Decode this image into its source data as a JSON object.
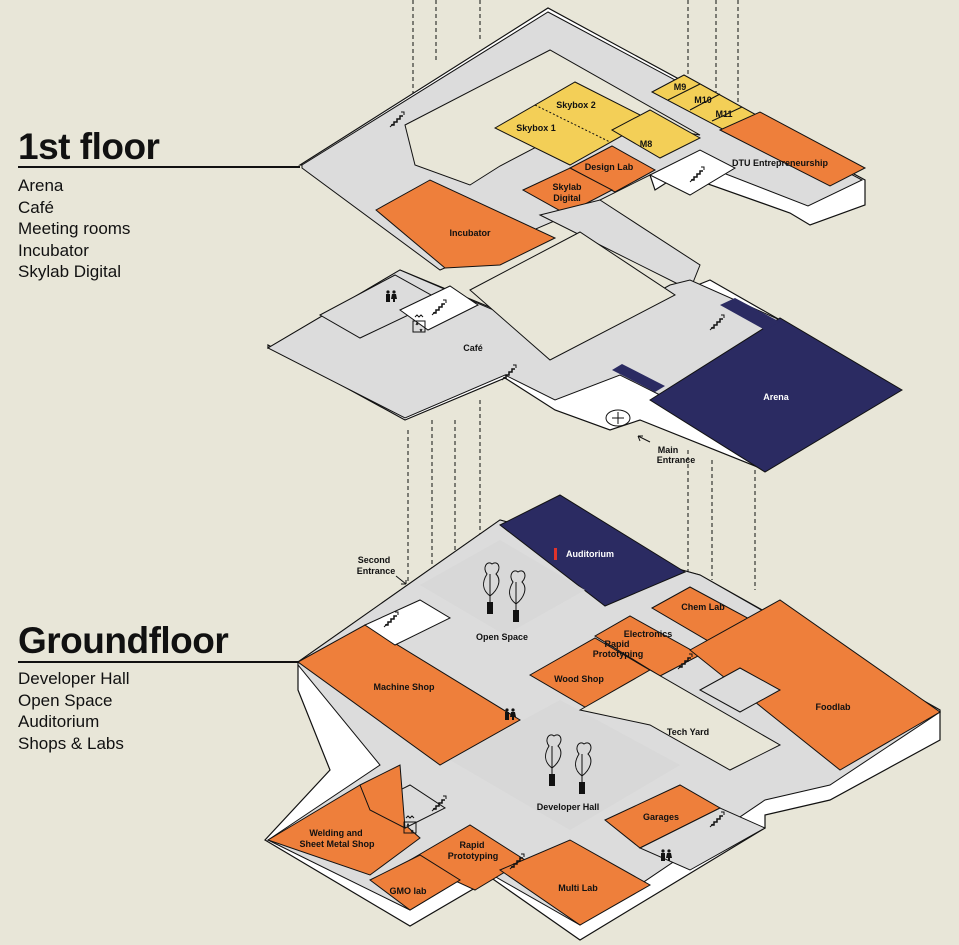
{
  "floors": {
    "first": {
      "title": "1st floor",
      "items": [
        "Arena",
        "Café",
        "Meeting rooms",
        "Incubator",
        "Skylab Digital"
      ]
    },
    "ground": {
      "title": "Groundfloor",
      "items": [
        "Developer Hall",
        "Open Space",
        "Auditorium",
        "Shops & Labs"
      ]
    }
  },
  "rooms": {
    "skybox2": "Skybox 2",
    "skybox1": "Skybox 1",
    "m9": "M9",
    "m10": "M10",
    "m11": "M11",
    "m8": "M8",
    "design_lab": "Design Lab",
    "dtu_entrepreneurship": "DTU Entrepreneurship",
    "skylab_digital_1": "Skylab",
    "skylab_digital_2": "Digital",
    "incubator": "Incubator",
    "cafe": "Café",
    "arena": "Arena",
    "main_entrance_1": "Main",
    "main_entrance_2": "Entrance",
    "second_entrance_1": "Second",
    "second_entrance_2": "Entrance",
    "auditorium": "Auditorium",
    "open_space": "Open Space",
    "chem_lab": "Chem Lab",
    "electronics": "Electronics",
    "rapid_proto_top_1": "Rapid",
    "rapid_proto_top_2": "Prototyping",
    "machine_shop": "Machine Shop",
    "wood_shop": "Wood Shop",
    "foodlab": "Foodlab",
    "tech_yard": "Tech Yard",
    "developer_hall": "Developer Hall",
    "welding_1": "Welding and",
    "welding_2": "Sheet Metal Shop",
    "rapid_proto_bot_1": "Rapid",
    "rapid_proto_bot_2": "Prototyping",
    "garages": "Garages",
    "gmo_lab": "GMO lab",
    "multi_lab": "Multi Lab"
  },
  "colors": {
    "background": "#e8e6d8",
    "room_orange": "#ee7f3b",
    "room_yellow": "#f3cf57",
    "room_navy": "#2b2b62",
    "floor_grey": "#dcdcdc",
    "slab_white": "#ffffff"
  },
  "icons": [
    "stairs-icon",
    "toilet-icon",
    "elevator-icon",
    "tree-icon",
    "entrance-arrow-icon",
    "revolving-door-icon"
  ]
}
